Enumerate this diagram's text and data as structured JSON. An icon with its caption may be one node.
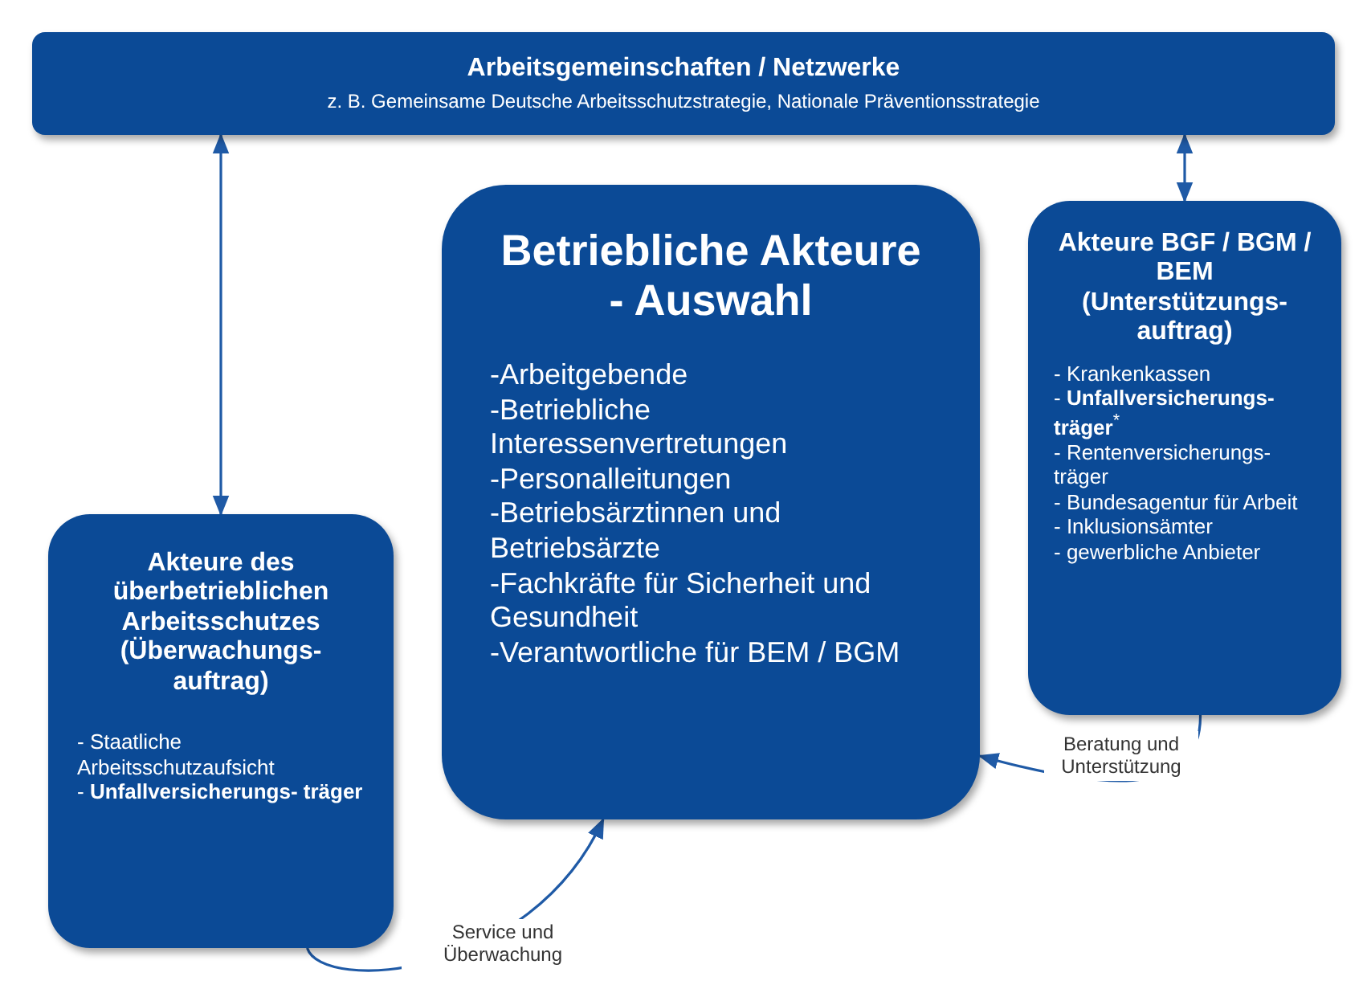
{
  "diagram": {
    "nodes": [
      {
        "text": [
          "Arbeitsgemeinschaften / Netzwerke",
          "z. B. Gemeinsame Deutsche Arbeitsschutzstrategie, Nationale Präventionsstrategie"
        ]
      },
      {
        "text": [
          "Betriebliche Akteure - Auswahl",
          "-Arbeitgebende",
          "-Betriebliche Interessenvertretungen",
          "-Personalleitungen",
          "-Betriebsärztinnen und Betriebsärzte",
          "-Fachkräfte für Sicherheit und Gesundheit",
          "-Verantwortliche für BEM / BGM"
        ]
      },
      {
        "text": [
          "Akteure des überbetrieblichen Arbeitsschutzes (Überwachungs- auftrag)",
          "- Staatliche Arbeitsschutzaufsicht",
          "- **Unfallversicherungs- träger**"
        ]
      },
      {
        "text": [
          "Akteure BGF / BGM / BEM (Unterstützungs- auftrag)",
          "- Krankenkassen",
          "- **Unfallversicherungs- träger**$^{*}$",
          "- Rentenversicherungs- träger",
          "- Bundesagentur für Arbeit",
          "- Inklusionsämter",
          "- gewerbliche Anbieter"
        ]
      }
    ],
    "edges": [
      {
        "from": 0,
        "to": 2,
        "arrow": "both"
      },
      {
        "from": 0,
        "to": 3,
        "arrow": "both"
      },
      {
        "from": 2,
        "to": 1,
        "arrow": "to",
        "label": "Service und Überwachung"
      },
      {
        "from": 3,
        "to": 1,
        "arrow": "to",
        "label": "Beratung und Unterstützung"
      }
    ]
  }
}
